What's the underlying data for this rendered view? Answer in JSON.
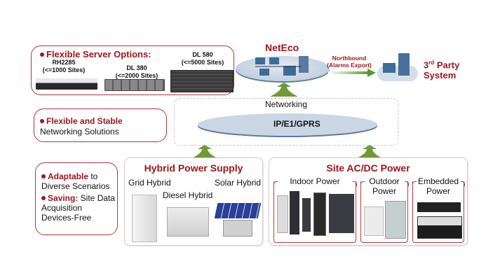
{
  "server_callout": {
    "title": "Flexible Server Options:",
    "servers": [
      {
        "model": "RH2285",
        "capacity": "(<=1000 Sites)"
      },
      {
        "model": "DL 380",
        "capacity": "(<=2000 Sites)"
      },
      {
        "model": "DL 580",
        "capacity": "(<=5000 Sites)"
      }
    ]
  },
  "neteco": {
    "title": "NetEco"
  },
  "northbound": {
    "line1": "Northbound",
    "line2": "(Alarms Export)"
  },
  "third_party": {
    "sup_prefix": "3",
    "sup": "rd",
    "line1_rest": " Party",
    "line2": "System"
  },
  "networking_callout": {
    "title": "Flexible and Stable",
    "body": "Networking Solutions"
  },
  "networking": {
    "label": "Networking",
    "cloud_label": "IP/E1/GPRS"
  },
  "benefits_callout": {
    "item1_bold": "Adaptable",
    "item1_rest": " to Diverse Scenarios",
    "item2_bold": "Saving:",
    "item2_rest": " Site Data Acquisition Devices-Free"
  },
  "hybrid_panel": {
    "title": "Hybrid Power Supply",
    "items": [
      "Grid Hybrid",
      "Diesel Hybrid",
      "Solar Hybrid"
    ]
  },
  "site_panel": {
    "title": "Site AC/DC Power",
    "groups": [
      "Indoor Power",
      "Outdoor Power",
      "Embedded Power"
    ],
    "outdoor_l1": "Outdoor",
    "outdoor_l2": "Power",
    "embedded_l1": "Embedded",
    "embedded_l2": "Power"
  },
  "colors": {
    "accent_red": "#a3141c",
    "arrow_green": "#6e9a3a",
    "cloud_blue": "#c9d6e6"
  }
}
